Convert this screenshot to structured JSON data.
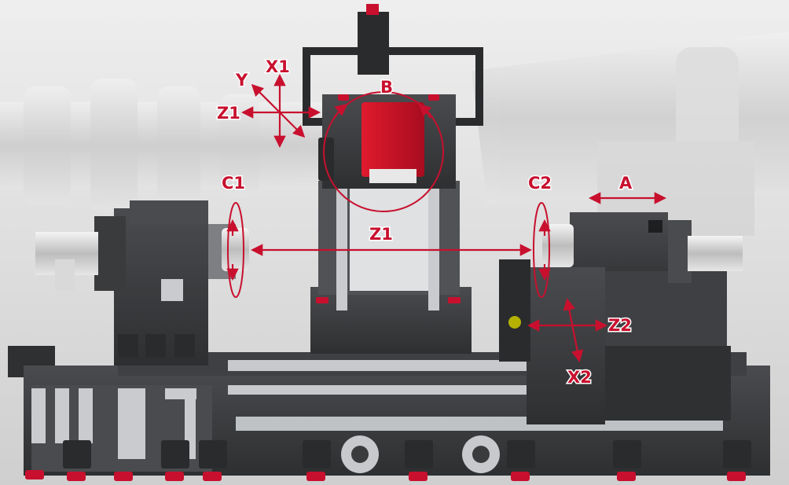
{
  "axis_labels": {
    "x1": "X1",
    "y": "Y",
    "b": "B",
    "z1_upper": "Z1",
    "c1": "C1",
    "c2": "C2",
    "a": "A",
    "z1_center": "Z1",
    "z2": "Z2",
    "x2": "X2"
  },
  "colors": {
    "accent": "#c8102e",
    "machine_dark": "#3a3b3d",
    "machine_mid": "#55575a",
    "rail": "#bfc2c5",
    "background": "#dcdcdc"
  }
}
